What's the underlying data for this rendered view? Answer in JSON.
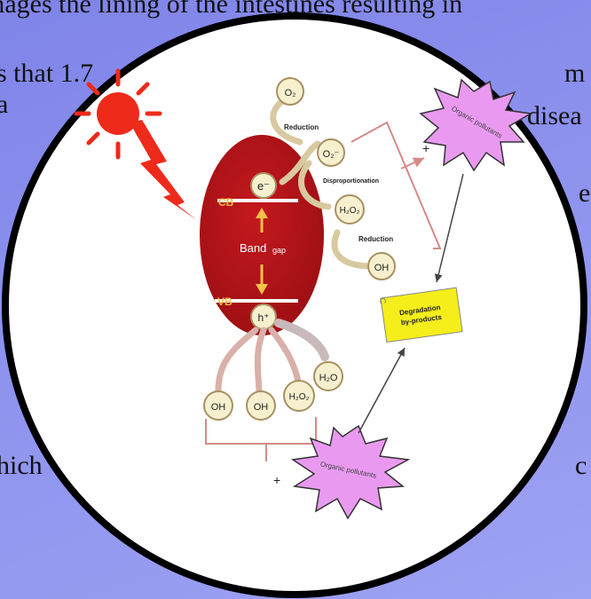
{
  "background_text": {
    "top_line": "mages the lining of the intestines resulting in",
    "left_1": "s that 1.7",
    "left_2": "a",
    "right_1": "m",
    "right_2": "disea",
    "right_3": "e",
    "left_3": "hich",
    "right_4": "c"
  },
  "diagram": {
    "cb": "CB",
    "vb": "VB",
    "electron": "e⁻",
    "hole": "h⁺",
    "band_gap_main": "Band",
    "band_gap_sub": "gap",
    "o2": "O₂",
    "o2_radical": "O₂⁻",
    "h2o2_top": "H₂O₂",
    "oh_top": "OH",
    "reduction_1": "Reduction",
    "disproportionation": "Disproportionation",
    "reduction_2": "Reduction",
    "h2o": "H₂O",
    "oh_1": "OH",
    "oh_2": "OH",
    "h2o2_bottom": "H₂O₂",
    "organic_top": "Organic pollutants",
    "organic_bottom": "Organic pollutants",
    "degradation_line1": "Degradation",
    "degradation_line2": "by-products",
    "plus_top": "+",
    "plus_bottom": "+"
  },
  "colors": {
    "semiconductor": "#b3161a",
    "sun": "#ee2a1a",
    "starburst": "#e99af0",
    "sticky_note": "#f5ee1a",
    "bubble_fill": "#f6f0cf",
    "bubble_stroke": "#a89060"
  }
}
